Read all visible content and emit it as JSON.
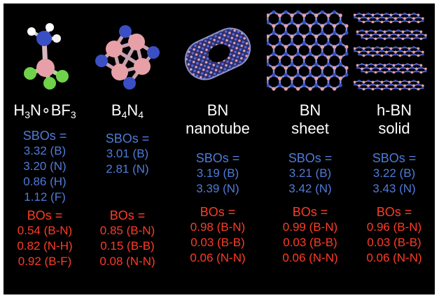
{
  "columns": [
    {
      "name": "H3N∘BF3",
      "name_parts": [
        "H",
        "3",
        "N∘BF",
        "3"
      ],
      "sbo_header": "SBOs =",
      "sbos": [
        "3.32 (B)",
        "3.20 (N)",
        "0.86 (H)",
        "1.12 (F)"
      ],
      "bo_header": "BOs =",
      "bos": [
        "0.54 (B-N)",
        "0.82 (N-H)",
        "0.92 (B-F)"
      ]
    },
    {
      "name": "B4N4",
      "name_parts": [
        "B",
        "4",
        "N",
        "4"
      ],
      "sbo_header": "SBOs =",
      "sbos": [
        "3.01 (B)",
        "2.81 (N)"
      ],
      "bo_header": "BOs =",
      "bos": [
        "0.85 (B-N)",
        "0.15 (B-B)",
        "0.08 (N-N)"
      ]
    },
    {
      "name_line1": "BN",
      "name_line2": "nanotube",
      "sbo_header": "SBOs =",
      "sbos": [
        "3.19 (B)",
        "3.39 (N)"
      ],
      "bo_header": "BOs =",
      "bos": [
        "0.98 (B-N)",
        "0.03 (B-B)",
        "0.06 (N-N)"
      ]
    },
    {
      "name_line1": "BN",
      "name_line2": "sheet",
      "sbo_header": "SBOs =",
      "sbos": [
        "3.21 (B)",
        "3.42 (N)"
      ],
      "bo_header": "BOs =",
      "bos": [
        "0.99 (B-N)",
        "0.03 (B-B)",
        "0.06 (N-N)"
      ]
    },
    {
      "name_line1": "h-BN",
      "name_line2": "solid",
      "sbo_header": "SBOs =",
      "sbos": [
        "3.22 (B)",
        "3.43 (N)"
      ],
      "bo_header": "BOs =",
      "bos": [
        "0.96 (B-N)",
        "0.03 (B-B)",
        "0.06 (N-N)"
      ]
    }
  ],
  "colors": {
    "background": "#000000",
    "label": "#ffffff",
    "sbo_text": "#4f7bd9",
    "bo_text": "#ff3b26",
    "boron_atom": "#e8a0a8",
    "nitrogen_atom": "#3b4fc4",
    "hydrogen_atom": "#ffffff",
    "fluorine_atom": "#6fd24a"
  }
}
